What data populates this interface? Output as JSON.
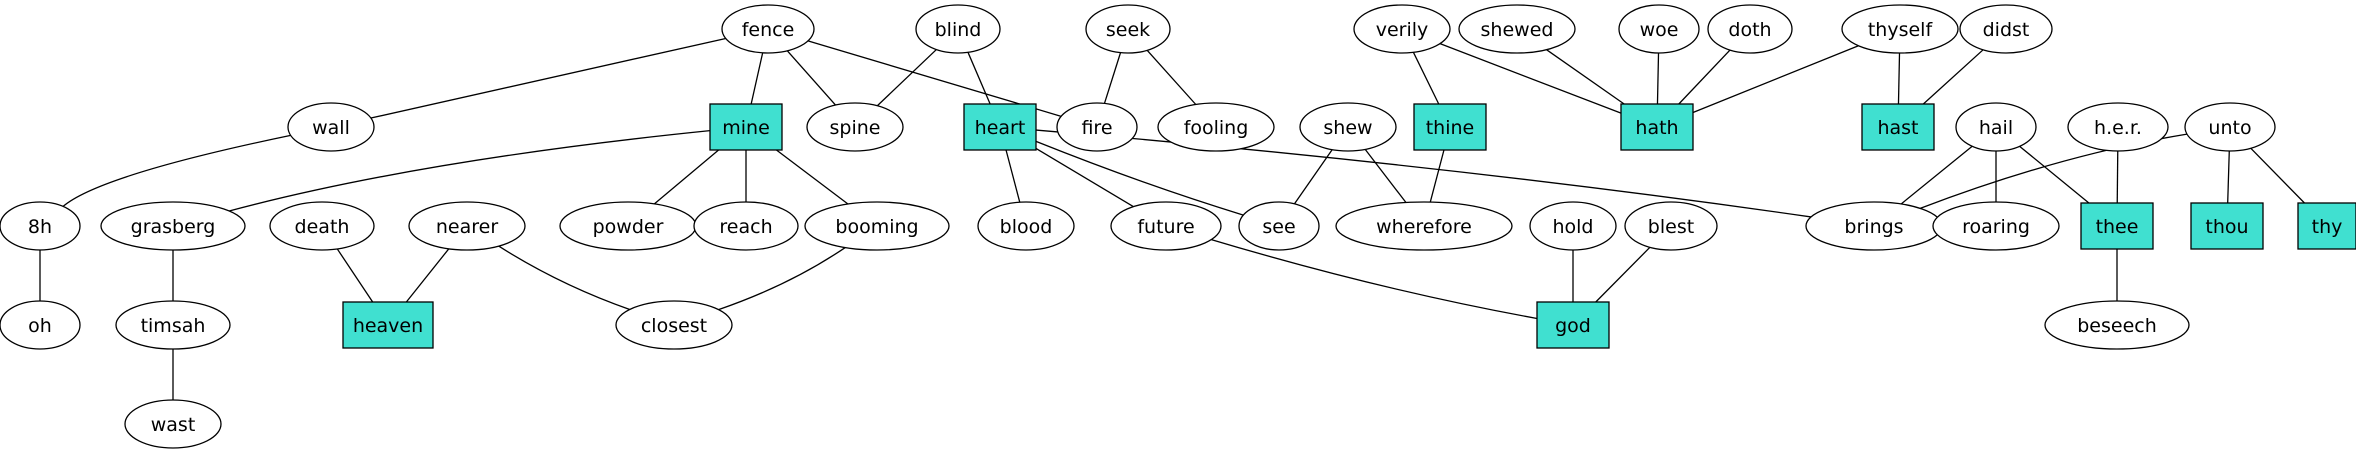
{
  "graph": {
    "highlight_color": "#40e0d0",
    "nodes": [
      {
        "id": "fence",
        "label": "fence",
        "shape": "ellipse"
      },
      {
        "id": "blind",
        "label": "blind",
        "shape": "ellipse"
      },
      {
        "id": "seek",
        "label": "seek",
        "shape": "ellipse"
      },
      {
        "id": "verily",
        "label": "verily",
        "shape": "ellipse"
      },
      {
        "id": "shewed",
        "label": "shewed",
        "shape": "ellipse"
      },
      {
        "id": "woe",
        "label": "woe",
        "shape": "ellipse"
      },
      {
        "id": "doth",
        "label": "doth",
        "shape": "ellipse"
      },
      {
        "id": "thyself",
        "label": "thyself",
        "shape": "ellipse"
      },
      {
        "id": "didst",
        "label": "didst",
        "shape": "ellipse"
      },
      {
        "id": "wall",
        "label": "wall",
        "shape": "ellipse"
      },
      {
        "id": "mine",
        "label": "mine",
        "shape": "box"
      },
      {
        "id": "spine",
        "label": "spine",
        "shape": "ellipse"
      },
      {
        "id": "heart",
        "label": "heart",
        "shape": "box"
      },
      {
        "id": "fire",
        "label": "fire",
        "shape": "ellipse"
      },
      {
        "id": "fooling",
        "label": "fooling",
        "shape": "ellipse"
      },
      {
        "id": "shew",
        "label": "shew",
        "shape": "ellipse"
      },
      {
        "id": "thine",
        "label": "thine",
        "shape": "box"
      },
      {
        "id": "hath",
        "label": "hath",
        "shape": "box"
      },
      {
        "id": "hast",
        "label": "hast",
        "shape": "box"
      },
      {
        "id": "hail",
        "label": "hail",
        "shape": "ellipse"
      },
      {
        "id": "her",
        "label": "h.e.r.",
        "shape": "ellipse"
      },
      {
        "id": "unto",
        "label": "unto",
        "shape": "ellipse"
      },
      {
        "id": "8h",
        "label": "8h",
        "shape": "ellipse"
      },
      {
        "id": "grasberg",
        "label": "grasberg",
        "shape": "ellipse"
      },
      {
        "id": "death",
        "label": "death",
        "shape": "ellipse"
      },
      {
        "id": "nearer",
        "label": "nearer",
        "shape": "ellipse"
      },
      {
        "id": "powder",
        "label": "powder",
        "shape": "ellipse"
      },
      {
        "id": "reach",
        "label": "reach",
        "shape": "ellipse"
      },
      {
        "id": "booming",
        "label": "booming",
        "shape": "ellipse"
      },
      {
        "id": "blood",
        "label": "blood",
        "shape": "ellipse"
      },
      {
        "id": "future",
        "label": "future",
        "shape": "ellipse"
      },
      {
        "id": "see",
        "label": "see",
        "shape": "ellipse"
      },
      {
        "id": "wherefore",
        "label": "wherefore",
        "shape": "ellipse"
      },
      {
        "id": "hold",
        "label": "hold",
        "shape": "ellipse"
      },
      {
        "id": "blest",
        "label": "blest",
        "shape": "ellipse"
      },
      {
        "id": "brings",
        "label": "brings",
        "shape": "ellipse"
      },
      {
        "id": "roaring",
        "label": "roaring",
        "shape": "ellipse"
      },
      {
        "id": "thee",
        "label": "thee",
        "shape": "box"
      },
      {
        "id": "thou",
        "label": "thou",
        "shape": "box"
      },
      {
        "id": "thy",
        "label": "thy",
        "shape": "box"
      },
      {
        "id": "oh",
        "label": "oh",
        "shape": "ellipse"
      },
      {
        "id": "timsah",
        "label": "timsah",
        "shape": "ellipse"
      },
      {
        "id": "heaven",
        "label": "heaven",
        "shape": "box"
      },
      {
        "id": "closest",
        "label": "closest",
        "shape": "ellipse"
      },
      {
        "id": "god",
        "label": "god",
        "shape": "box"
      },
      {
        "id": "beseech",
        "label": "beseech",
        "shape": "ellipse"
      },
      {
        "id": "wast",
        "label": "wast",
        "shape": "ellipse"
      }
    ],
    "edges": [
      [
        "fence",
        "wall"
      ],
      [
        "fence",
        "mine"
      ],
      [
        "fence",
        "spine"
      ],
      [
        "fence",
        "fire"
      ],
      [
        "blind",
        "spine"
      ],
      [
        "blind",
        "heart"
      ],
      [
        "seek",
        "fire"
      ],
      [
        "seek",
        "fooling"
      ],
      [
        "verily",
        "thine"
      ],
      [
        "verily",
        "hath"
      ],
      [
        "shewed",
        "hath"
      ],
      [
        "woe",
        "hath"
      ],
      [
        "doth",
        "hath"
      ],
      [
        "thyself",
        "hath"
      ],
      [
        "thyself",
        "hast"
      ],
      [
        "didst",
        "hast"
      ],
      [
        "wall",
        "8h"
      ],
      [
        "mine",
        "grasberg"
      ],
      [
        "mine",
        "powder"
      ],
      [
        "mine",
        "reach"
      ],
      [
        "mine",
        "booming"
      ],
      [
        "heart",
        "blood"
      ],
      [
        "heart",
        "future"
      ],
      [
        "heart",
        "see"
      ],
      [
        "heart",
        "brings"
      ],
      [
        "shew",
        "see"
      ],
      [
        "shew",
        "wherefore"
      ],
      [
        "thine",
        "wherefore"
      ],
      [
        "hail",
        "brings"
      ],
      [
        "hail",
        "roaring"
      ],
      [
        "hail",
        "thee"
      ],
      [
        "her",
        "thee"
      ],
      [
        "unto",
        "brings"
      ],
      [
        "unto",
        "thou"
      ],
      [
        "unto",
        "thy"
      ],
      [
        "8h",
        "oh"
      ],
      [
        "grasberg",
        "timsah"
      ],
      [
        "timsah",
        "wast"
      ],
      [
        "death",
        "heaven"
      ],
      [
        "nearer",
        "heaven"
      ],
      [
        "nearer",
        "closest"
      ],
      [
        "booming",
        "closest"
      ],
      [
        "future",
        "god"
      ],
      [
        "hold",
        "god"
      ],
      [
        "blest",
        "god"
      ],
      [
        "thee",
        "beseech"
      ]
    ]
  }
}
